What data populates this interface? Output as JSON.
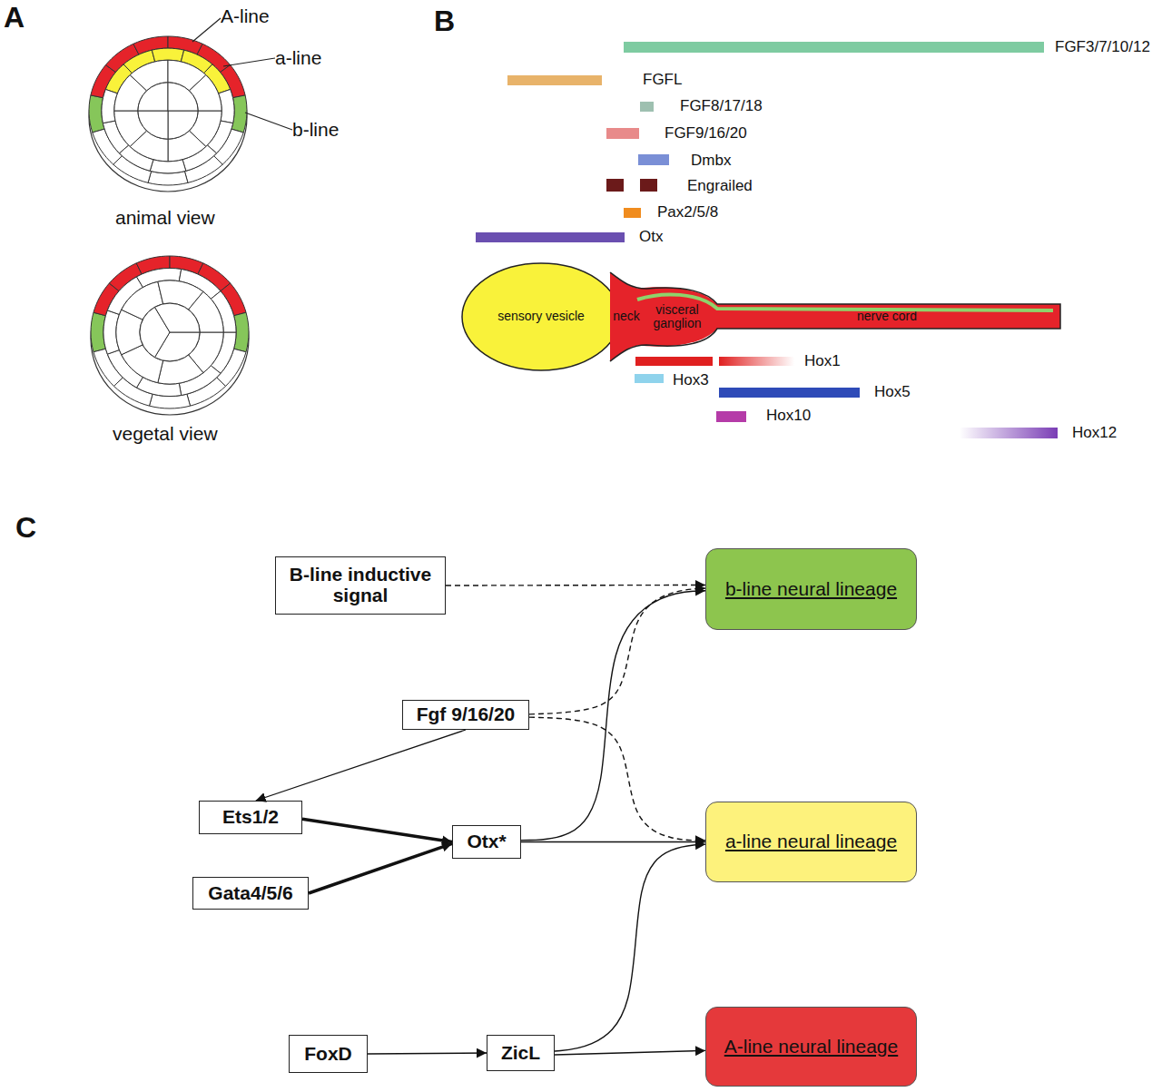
{
  "diagram": {
    "nodes": [
      {
        "text": [
          "sensory vesicle"
        ]
      },
      {
        "text": [
          "neck"
        ]
      },
      {
        "text": [
          "visceral ganglion"
        ]
      },
      {
        "text": [
          "nerve cord"
        ]
      },
      {
        "text": [
          "B-line inductive signal"
        ]
      },
      {
        "text": [
          "b-line neural lineage"
        ]
      },
      {
        "text": [
          "Fgf 9/16/20"
        ]
      },
      {
        "text": [
          "Ets1/2"
        ]
      },
      {
        "text": [
          "Otx*"
        ]
      },
      {
        "text": [
          "a-line neural lineage"
        ]
      },
      {
        "text": [
          "Gata4/5/6"
        ]
      },
      {
        "text": [
          "FoxD"
        ]
      },
      {
        "text": [
          "ZicL"
        ]
      },
      {
        "text": [
          "A-line neural lineage"
        ]
      }
    ],
    "edges": [
      {
        "from": 4,
        "to": 5,
        "arrow": "to"
      },
      {
        "from": 6,
        "to": 5,
        "arrow": "to"
      },
      {
        "from": 6,
        "to": 9,
        "arrow": "to"
      },
      {
        "from": 6,
        "to": 7,
        "arrow": "to"
      },
      {
        "from": 7,
        "to": 8,
        "arrow": "to"
      },
      {
        "from": 10,
        "to": 8,
        "arrow": "to"
      },
      {
        "from": 8,
        "to": 5,
        "arrow": "to"
      },
      {
        "from": 8,
        "to": 9,
        "arrow": "to"
      },
      {
        "from": 11,
        "to": 12,
        "arrow": "to"
      },
      {
        "from": 12,
        "to": 9,
        "arrow": "to"
      },
      {
        "from": 12,
        "to": 13,
        "arrow": "to"
      }
    ],
    "labels": [
      "A",
      "A-line",
      "a-line",
      "b-line",
      "animal view",
      "vegetal view",
      "B",
      "FGF3/7/10/12",
      "FGFL",
      "FGF8/17/18",
      "FGF9/16/20",
      "Dmbx",
      "Engrailed",
      "Pax2/5/8",
      "Otx",
      "Hox1",
      "Hox3",
      "Hox5",
      "Hox10",
      "Hox12",
      "C"
    ]
  }
}
